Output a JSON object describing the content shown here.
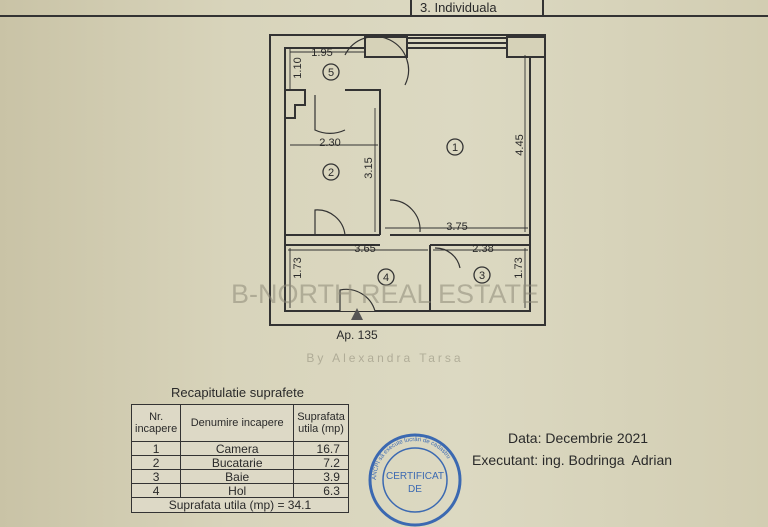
{
  "header": {
    "fragment": "3. Individuala"
  },
  "plan": {
    "rooms": [
      "1",
      "2",
      "3",
      "4",
      "5"
    ],
    "dimensions": {
      "d195": "1.95",
      "d110": "1.10",
      "d230": "2.30",
      "d315": "3.15",
      "d445": "4.45",
      "d375": "3.75",
      "d365": "3.65",
      "d238": "2.38",
      "d173a": "1.73",
      "d173b": "1.73"
    },
    "apartment_label": "Ap. 135"
  },
  "watermark": {
    "title": "B-NORTH REAL ESTATE",
    "subtitle": "By Alexandra Tarsa"
  },
  "summary": {
    "title": "Recapitulatie suprafete",
    "headers": [
      "Nr. incapere",
      "Denumire incapere",
      "Suprafata utila (mp)"
    ],
    "rows": [
      {
        "nr": "1",
        "name": "Camera",
        "area": "16.7"
      },
      {
        "nr": "2",
        "name": "Bucatarie",
        "area": "7.2"
      },
      {
        "nr": "3",
        "name": "Baie",
        "area": "3.9"
      },
      {
        "nr": "4",
        "name": "Hol",
        "area": "6.3"
      }
    ],
    "total": "Suprafata utila (mp) = 34.1"
  },
  "info": {
    "date": "Data: Decembrie 2021",
    "executant": "Executant: ing. Bodringa  Adrian"
  },
  "stamp": {
    "ring": "ANCPI să execute lucrări de cadastru",
    "line1": "CERTIFICAT",
    "line2": "DE"
  },
  "colors": {
    "stamp": "#2a5db0",
    "ink": "#2a2a2a",
    "paper": "#d8d4bb"
  }
}
